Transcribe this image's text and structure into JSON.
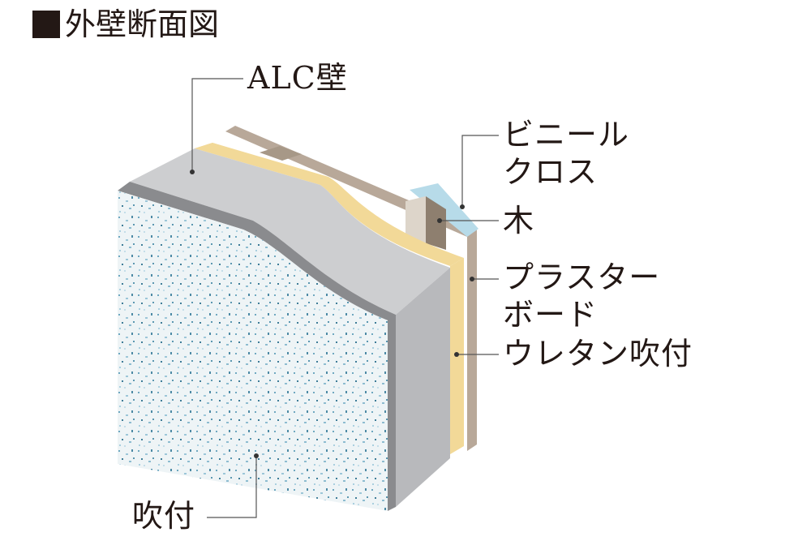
{
  "title": "外壁断面図",
  "labels": {
    "alc": "ALC壁",
    "vinyl_line1": "ビニール",
    "vinyl_line2": "クロス",
    "wood": "木",
    "plaster_line1": "プラスター",
    "plaster_line2": "ボード",
    "urethane": "ウレタン吹付",
    "spray": "吹付"
  },
  "colors": {
    "plasterboard": "#b8a899",
    "vinyl": "#b7dbe9",
    "wood": "#8e7f6f",
    "urethane": "#f2d998",
    "alc": "#cdced0",
    "spray": "#eef4f6",
    "text": "#231815"
  }
}
